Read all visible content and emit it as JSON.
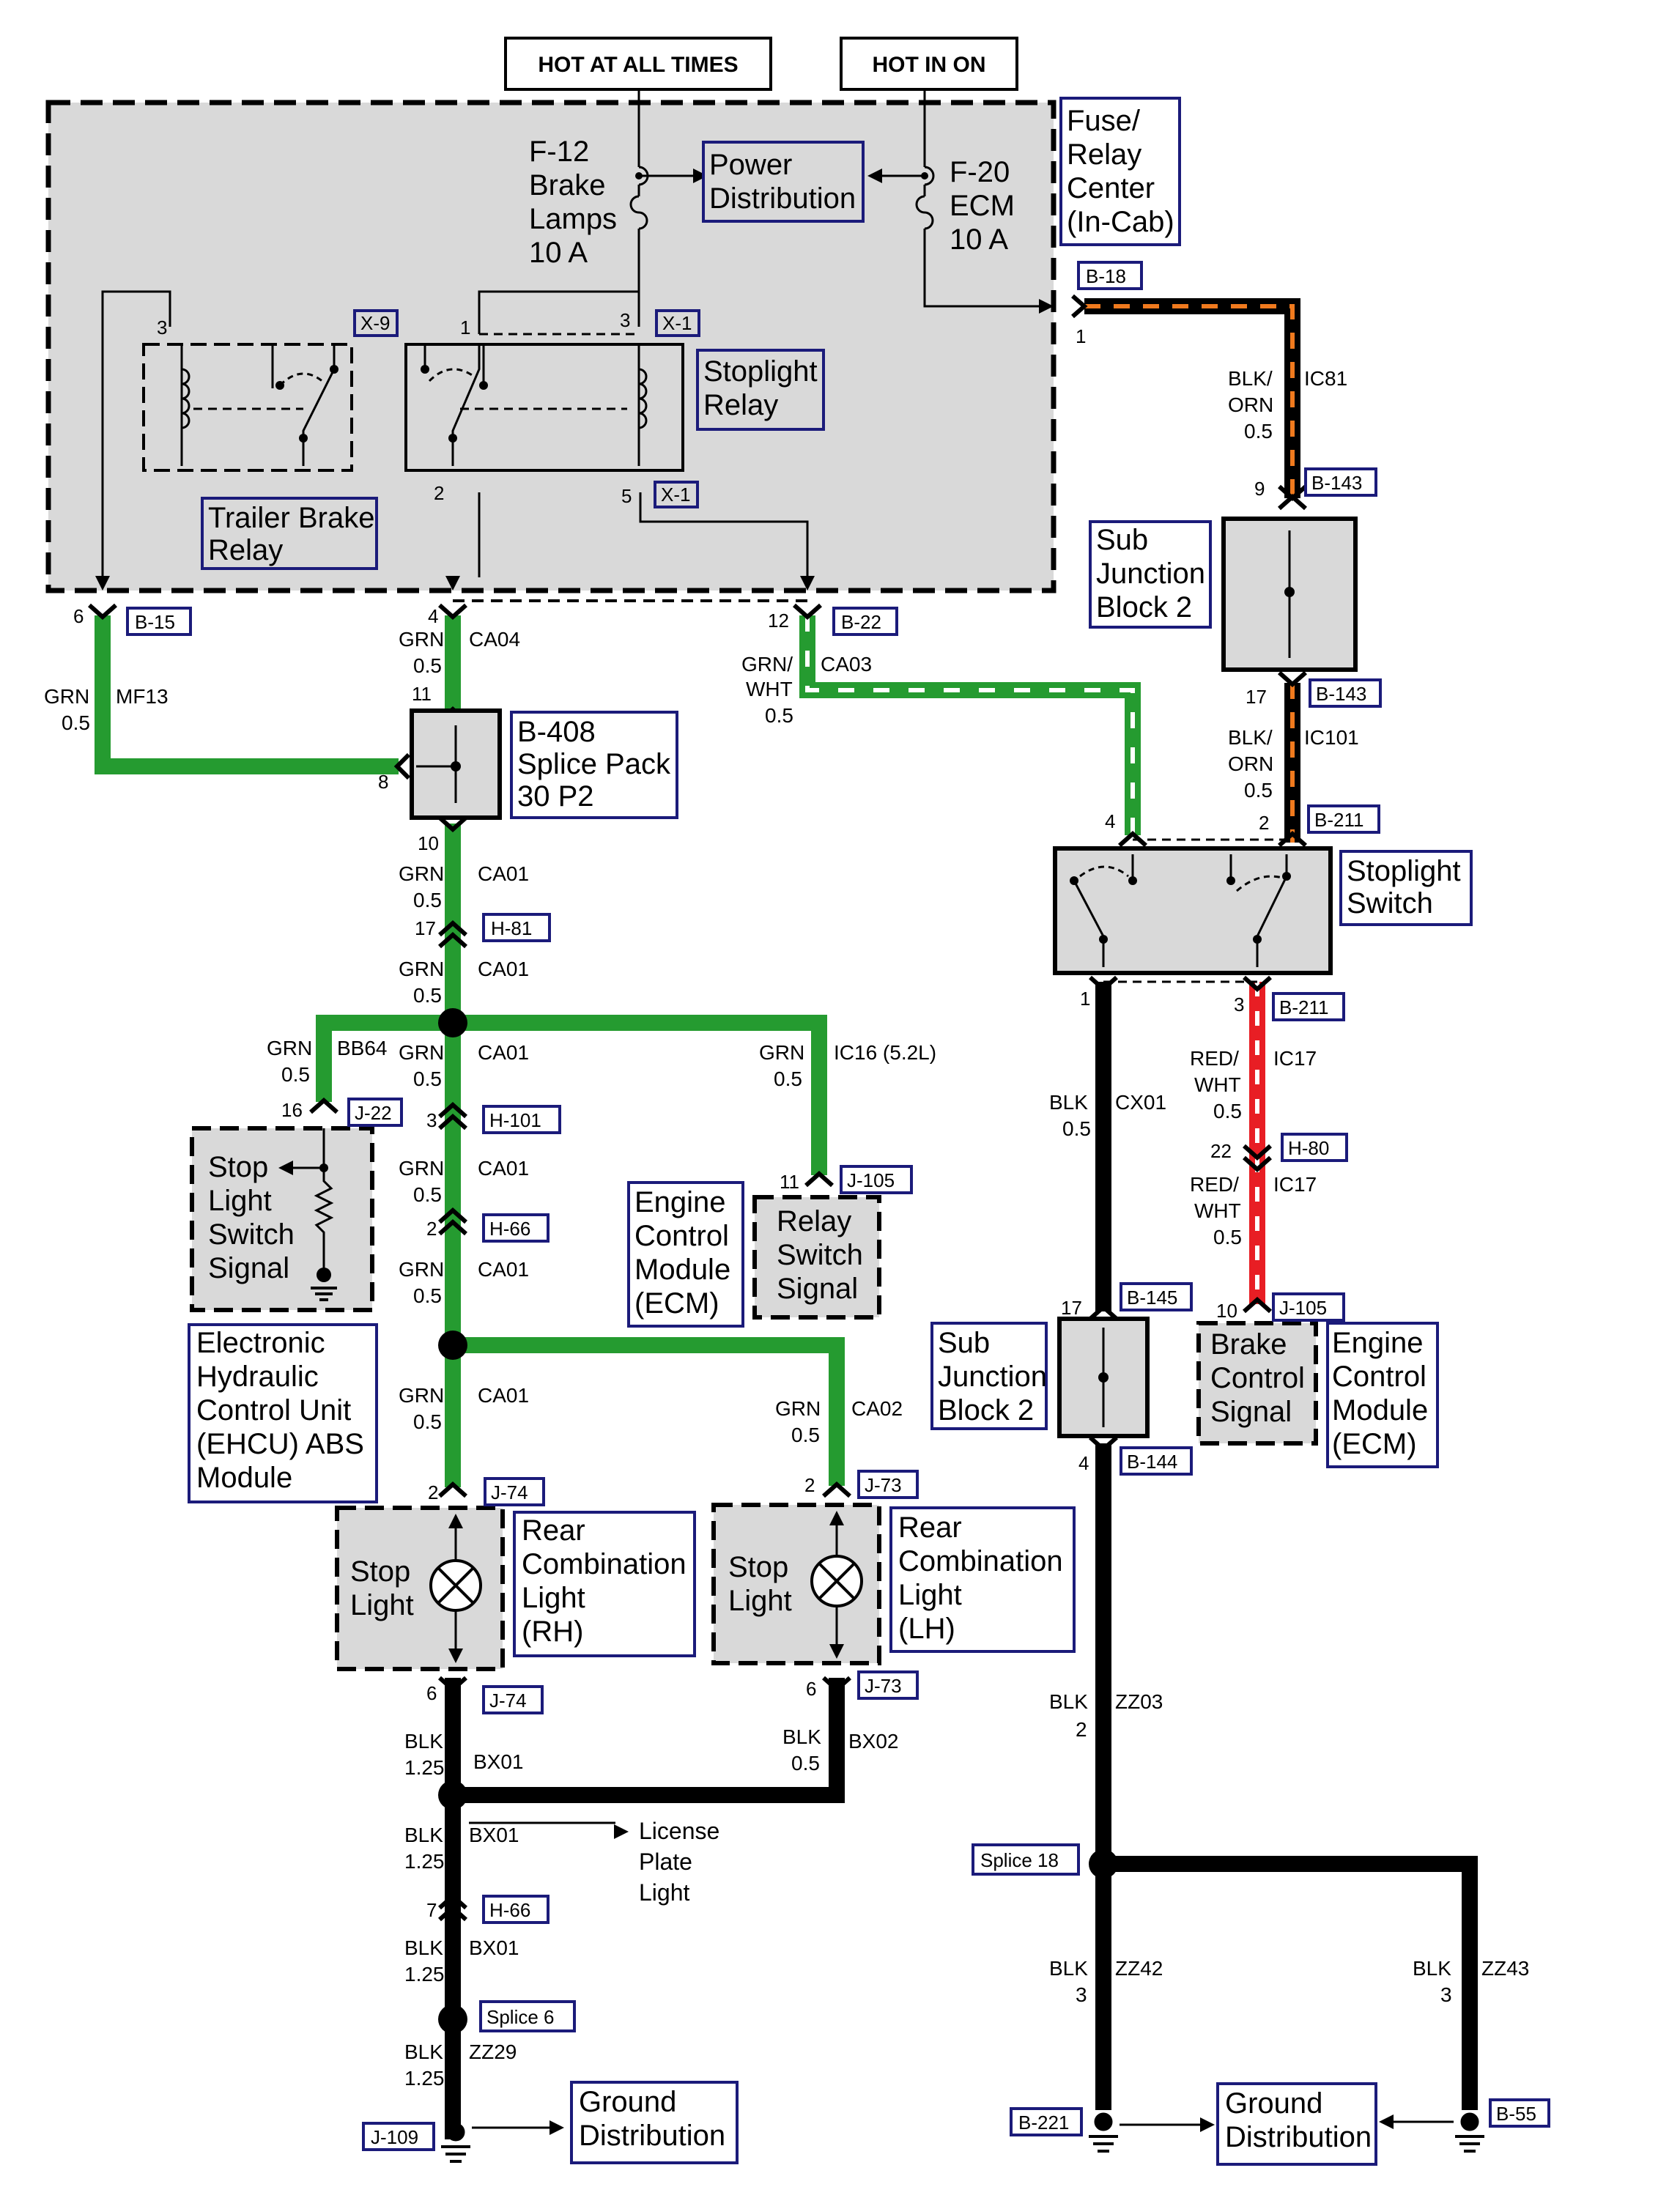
{
  "headers": {
    "hot_all_times": "HOT AT ALL TIMES",
    "hot_in_on": "HOT IN ON"
  },
  "fuse_relay_center": {
    "l1": "Fuse/",
    "l2": "Relay",
    "l3": "Center",
    "l4": "(In-Cab)"
  },
  "fuse_f12": {
    "l1": "F-12",
    "l2": "Brake",
    "l3": "Lamps",
    "l4": "10 A"
  },
  "fuse_f20": {
    "l1": "F-20",
    "l2": "ECM",
    "l3": "10 A"
  },
  "power_distribution": {
    "l1": "Power",
    "l2": "Distribution"
  },
  "stoplight_relay": {
    "l1": "Stoplight",
    "l2": "Relay"
  },
  "trailer_brake_relay": {
    "l1": "Trailer Brake",
    "l2": "Relay"
  },
  "splice_pack": {
    "l1": "B-408",
    "l2": "Splice Pack",
    "l3": "30 P2"
  },
  "sub_junction_1": {
    "l1": "Sub",
    "l2": "Junction",
    "l3": "Block 2"
  },
  "sub_junction_2": {
    "l1": "Sub",
    "l2": "Junction",
    "l3": "Block 2"
  },
  "stoplight_switch": {
    "l1": "Stoplight",
    "l2": "Switch"
  },
  "ehcu": {
    "l1": "Electronic",
    "l2": "Hydraulic",
    "l3": "Control Unit",
    "l4": "(EHCU) ABS",
    "l5": "Module"
  },
  "stop_light_switch_signal": {
    "l1": "Stop",
    "l2": "Light",
    "l3": "Switch",
    "l4": "Signal"
  },
  "ecm_1": {
    "l1": "Engine",
    "l2": "Control",
    "l3": "Module",
    "l4": "(ECM)"
  },
  "relay_switch_signal": {
    "l1": "Relay",
    "l2": "Switch",
    "l3": "Signal"
  },
  "ecm_2": {
    "l1": "Engine",
    "l2": "Control",
    "l3": "Module",
    "l4": "(ECM)"
  },
  "brake_control_signal": {
    "l1": "Brake",
    "l2": "Control",
    "l3": "Signal"
  },
  "rear_comb_rh": {
    "l1": "Rear",
    "l2": "Combination",
    "l3": "Light",
    "l4": "(RH)"
  },
  "rear_comb_lh": {
    "l1": "Rear",
    "l2": "Combination",
    "l3": "Light",
    "l4": "(LH)"
  },
  "stop_light_rh": {
    "l1": "Stop",
    "l2": "Light"
  },
  "stop_light_lh": {
    "l1": "Stop",
    "l2": "Light"
  },
  "license_plate": {
    "l1": "License",
    "l2": "Plate",
    "l3": "Light"
  },
  "ground_dist_1": {
    "l1": "Ground",
    "l2": "Distribution"
  },
  "ground_dist_2": {
    "l1": "Ground",
    "l2": "Distribution"
  },
  "connectors": {
    "x9": "X-9",
    "x1_top": "X-1",
    "x1_bot": "X-1",
    "b18": "B-18",
    "b15": "B-15",
    "b22": "B-22",
    "b143_top": "B-143",
    "b143_bot": "B-143",
    "b211_top": "B-211",
    "b211_bot": "B-211",
    "h81": "H-81",
    "j22": "J-22",
    "h101": "H-101",
    "j105_top": "J-105",
    "h66_top": "H-66",
    "h80": "H-80",
    "j105_bot": "J-105",
    "b145": "B-145",
    "b144": "B-144",
    "j74_top": "J-74",
    "j73_top": "J-73",
    "j74_bot": "J-74",
    "j73_bot": "J-73",
    "h66_bot": "H-66",
    "splice18": "Splice 18",
    "splice6": "Splice 6",
    "j109": "J-109",
    "b221": "B-221",
    "b55": "B-55"
  },
  "pins": {
    "p3_tb": "3",
    "p1_sr": "1",
    "p3_sr": "3",
    "p2_sr": "2",
    "p5_sr": "5",
    "p1_b18": "1",
    "p6": "6",
    "p4": "4",
    "p12": "12",
    "p11": "11",
    "p8": "8",
    "p10": "10",
    "p17_h81": "17",
    "p9": "9",
    "p17_b143": "17",
    "p4_ss": "4",
    "p2_ss": "2",
    "p1_ss": "1",
    "p3_ss": "3",
    "p16": "16",
    "p3_h101": "3",
    "p11_j105": "11",
    "p2_h66": "2",
    "p22": "22",
    "p10_j105": "10",
    "p17_b145": "17",
    "p4_b144": "4",
    "p2_j74": "2",
    "p2_j73": "2",
    "p6_j74": "6",
    "p6_j73": "6",
    "p7_h66": "7"
  },
  "wires": {
    "mf13": {
      "color": "GRN",
      "size": "0.5",
      "circuit": "MF13"
    },
    "ca04": {
      "color": "GRN",
      "size": "0.5",
      "circuit": "CA04"
    },
    "ca03": {
      "color1": "GRN/",
      "color2": "WHT",
      "size": "0.5",
      "circuit": "CA03"
    },
    "ic81": {
      "color1": "BLK/",
      "color2": "ORN",
      "size": "0.5",
      "circuit": "IC81"
    },
    "ic101": {
      "color1": "BLK/",
      "color2": "ORN",
      "size": "0.5",
      "circuit": "IC101"
    },
    "ca01_a": {
      "color": "GRN",
      "size": "0.5",
      "circuit": "CA01"
    },
    "ca01_b": {
      "color": "GRN",
      "size": "0.5",
      "circuit": "CA01"
    },
    "bb64": {
      "color": "GRN",
      "size": "0.5",
      "circuit": "BB64"
    },
    "ca01_c": {
      "color": "GRN",
      "size": "0.5",
      "circuit": "CA01"
    },
    "ic16": {
      "color": "GRN",
      "size": "0.5",
      "circuit": "IC16 (5.2L)"
    },
    "ca01_d": {
      "color": "GRN",
      "size": "0.5",
      "circuit": "CA01"
    },
    "ca01_e": {
      "color": "GRN",
      "size": "0.5",
      "circuit": "CA01"
    },
    "ca01_f": {
      "color": "GRN",
      "size": "0.5",
      "circuit": "CA01"
    },
    "ca02": {
      "color": "GRN",
      "size": "0.5",
      "circuit": "CA02"
    },
    "cx01": {
      "color": "BLK",
      "size": "0.5",
      "circuit": "CX01"
    },
    "ic17_a": {
      "color1": "RED/",
      "color2": "WHT",
      "size": "0.5",
      "circuit": "IC17"
    },
    "ic17_b": {
      "color1": "RED/",
      "color2": "WHT",
      "size": "0.5",
      "circuit": "IC17"
    },
    "bx01_a": {
      "color": "BLK",
      "size": "1.25",
      "circuit": "BX01"
    },
    "bx02": {
      "color": "BLK",
      "size": "0.5",
      "circuit": "BX02"
    },
    "bx01_b": {
      "color": "BLK",
      "size": "1.25",
      "circuit": "BX01"
    },
    "bx01_c": {
      "color": "BLK",
      "size": "1.25",
      "circuit": "BX01"
    },
    "zz29": {
      "color": "BLK",
      "size": "1.25",
      "circuit": "ZZ29"
    },
    "zz03": {
      "color": "BLK",
      "size": "2",
      "circuit": "ZZ03"
    },
    "zz42": {
      "color": "BLK",
      "size": "3",
      "circuit": "ZZ42"
    },
    "zz43": {
      "color": "BLK",
      "size": "3",
      "circuit": "ZZ43"
    }
  },
  "colors": {
    "green": "#259b30",
    "black": "#000000",
    "orange": "#f07a1e",
    "red": "#e81e24",
    "navy": "#1b1b7a",
    "panel": "#d9d9d9"
  }
}
